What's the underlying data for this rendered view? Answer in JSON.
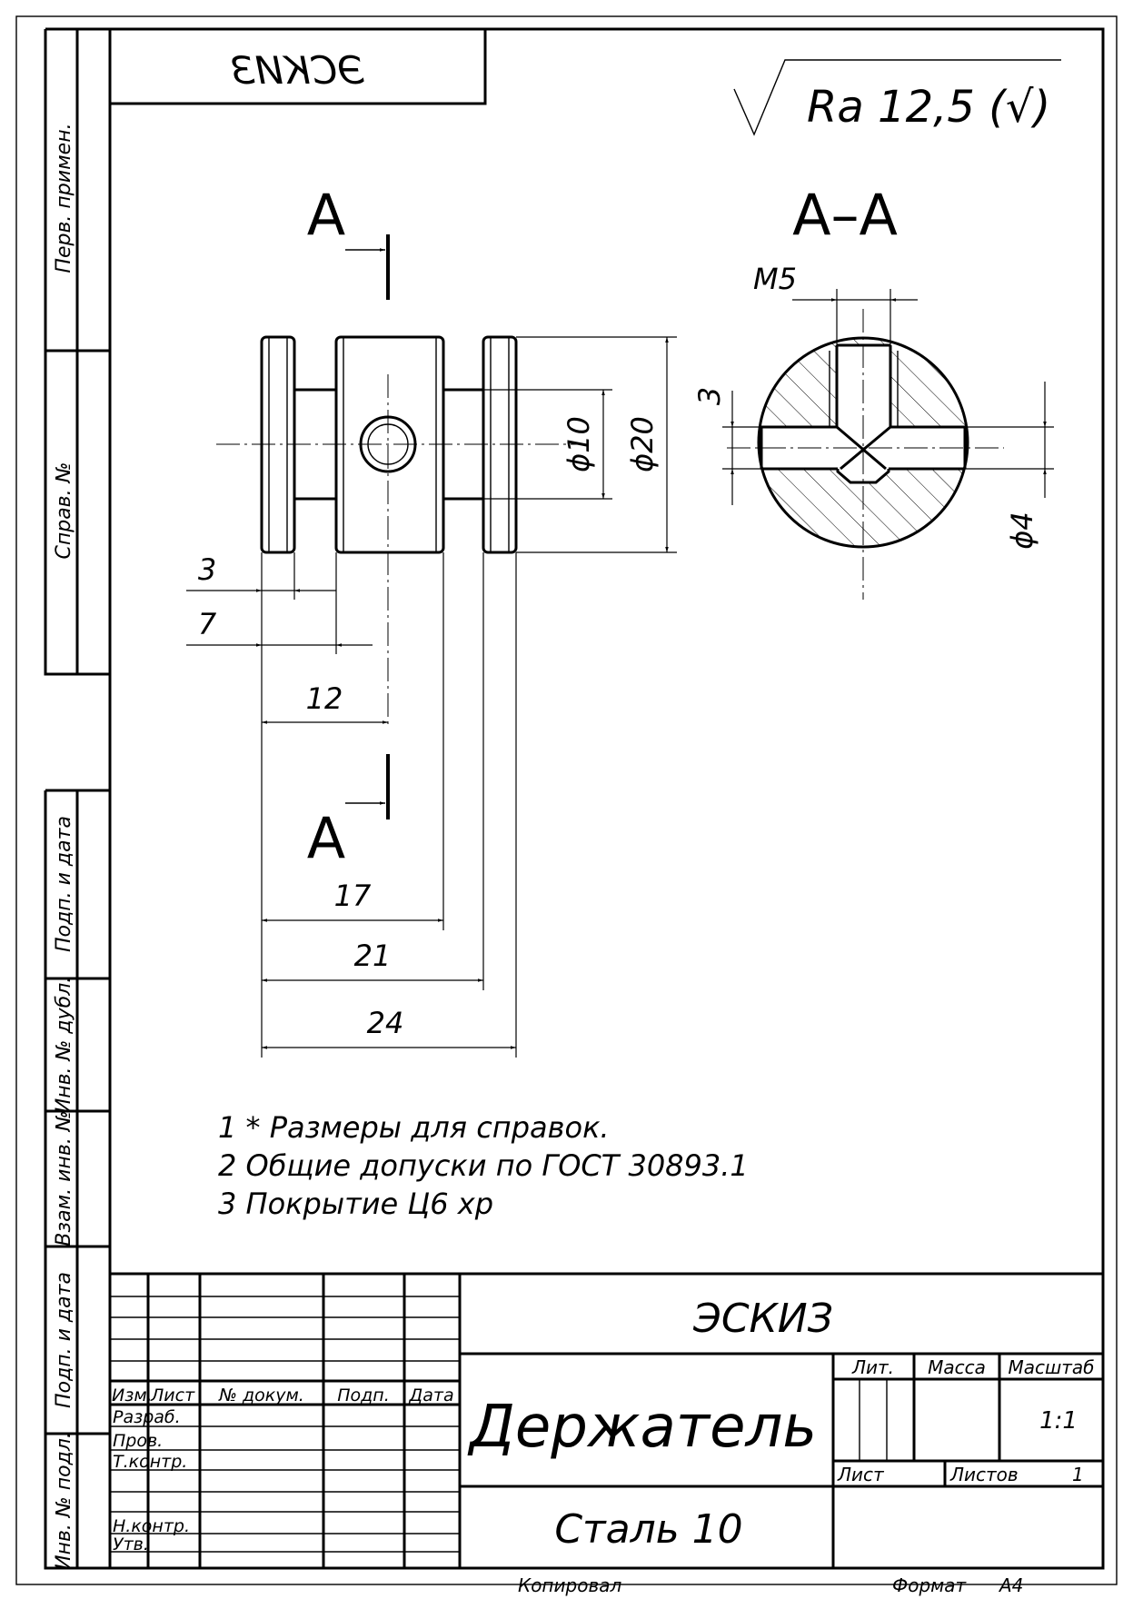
{
  "header": {
    "mirrored_title": "ЭСКИЗ",
    "roughness": "Ra 12,5 (√)"
  },
  "views": {
    "section_mark_top": "А",
    "section_mark_bottom": "А",
    "section_title": "А–А"
  },
  "dimensions": {
    "d3_left": "3",
    "d7": "7",
    "d12": "12",
    "d17": "17",
    "d21": "21",
    "d24": "24",
    "phi10": "ϕ10",
    "phi20": "ϕ20",
    "m5": "M5",
    "d3_section": "3",
    "phi4": "ϕ4"
  },
  "notes": [
    "1  * Размеры для справок.",
    "2  Общие допуски по ГОСТ 30893.1",
    "3  Покрытие Ц6 хр"
  ],
  "left_strip": {
    "perv_primen": "Перв. примен.",
    "sprav_no": "Справ. №",
    "podp_data_1": "Подп. и дата",
    "inv_dubl": "Инв. № дубл.",
    "vzam_inv": "Взам. инв. №",
    "podp_data_2": "Подп. и дата",
    "inv_podl": "Инв. № подл."
  },
  "title_block": {
    "doc_code": "ЭСКИЗ",
    "name": "Держатель",
    "material": "Сталь 10",
    "col_izm": "Изм.",
    "col_list": "Лист",
    "col_docum": "№ докум.",
    "col_podp": "Подп.",
    "col_data": "Дата",
    "row_razrab": "Разраб.",
    "row_prov": "Пров.",
    "row_tkontr": "Т.контр.",
    "row_nkontr": "Н.контр.",
    "row_utv": "Утв.",
    "lit": "Лит.",
    "massa": "Масса",
    "masshtab": "Масштаб",
    "scale_value": "1:1",
    "list": "Лист",
    "listov": "Листов",
    "listov_value": "1"
  },
  "footer": {
    "kopiroval": "Копировал",
    "format": "Формат",
    "format_value": "A4"
  }
}
